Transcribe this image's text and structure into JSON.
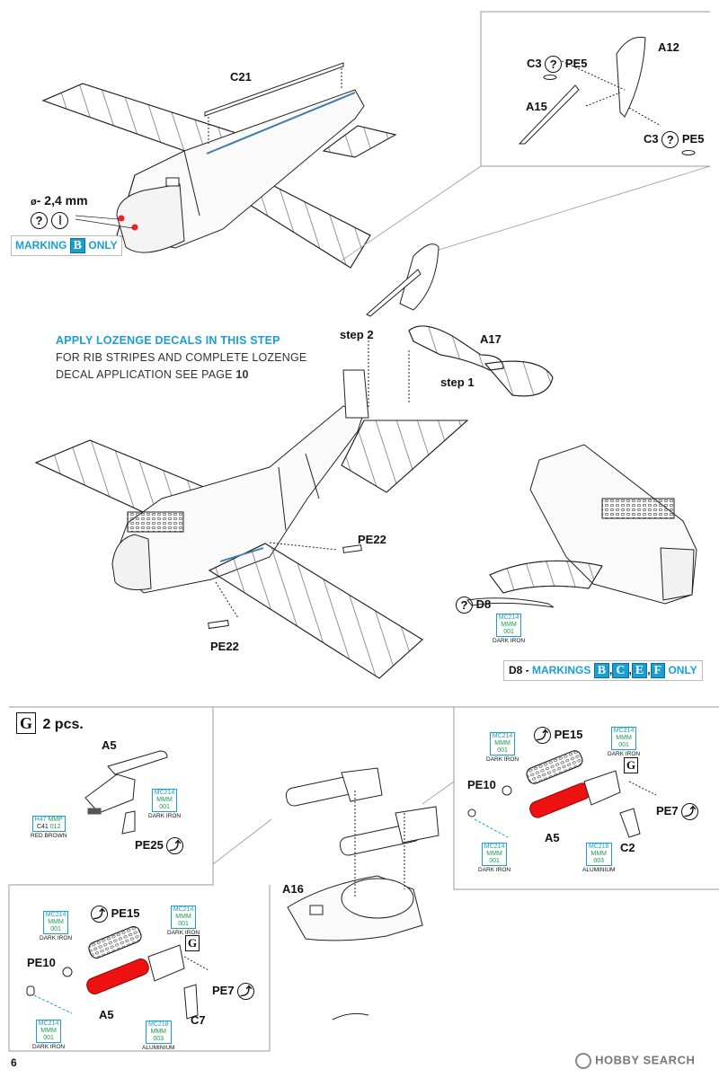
{
  "page_number": "6",
  "top": {
    "diameter_note": "- 2,4 mm",
    "diameter_symbol": "ø",
    "marking_only": {
      "prefix": "MARKING",
      "letter": "B",
      "suffix": "ONLY"
    },
    "labels": {
      "c21": "C21",
      "c3_top": "C3",
      "pe5_top": "PE5",
      "a12": "A12",
      "a15": "A15",
      "c3_bot": "C3",
      "pe5_bot": "PE5"
    }
  },
  "middle": {
    "note_heading": "APPLY LOZENGE DECALS IN THIS STEP",
    "note_line2": "FOR RIB STRIPES AND COMPLETE LOZENGE",
    "note_line3_prefix": "DECAL  APPLICATION SEE PAGE ",
    "note_page": "10",
    "labels": {
      "step2": "step 2",
      "step1": "step 1",
      "a17": "A17",
      "pe22_a": "PE22",
      "pe22_b": "PE22",
      "d8": "D8"
    },
    "d8_paint": {
      "code": "MC214",
      "sub": "MMM",
      "num": "001",
      "name": "DARK IRON"
    },
    "d8_markings": {
      "prefix": "D8 - ",
      "word": "MARKINGS",
      "letters": [
        "B",
        "C",
        "E",
        "F"
      ],
      "suffix": "ONLY"
    }
  },
  "bottom": {
    "g_letter": "G",
    "g_qty": "2 pcs.",
    "labels": {
      "a5_left": "A5",
      "pe25": "PE25",
      "a16": "A16",
      "pe15_right": "PE15",
      "pe10_right": "PE10",
      "a5_right": "A5",
      "pe7_right": "PE7",
      "c2": "C2",
      "pe15_left": "PE15",
      "pe10_left": "PE10",
      "a5_bot": "A5",
      "pe7_left": "PE7",
      "c7": "C7",
      "g_small_right": "G",
      "g_small_left": "G"
    },
    "paint_h47": {
      "code1": "H47",
      "code2": "MMP",
      "code3": "C41",
      "code4": "012",
      "name": "RED BROWN"
    },
    "paint_mc214": {
      "code": "MC214",
      "sub": "MMM",
      "num": "001",
      "name": "DARK IRON"
    },
    "paint_mc218": {
      "code": "MC218",
      "sub": "MMM",
      "num": "003",
      "name": "ALUMINIUM"
    }
  },
  "watermark": "HOBBY SEARCH"
}
